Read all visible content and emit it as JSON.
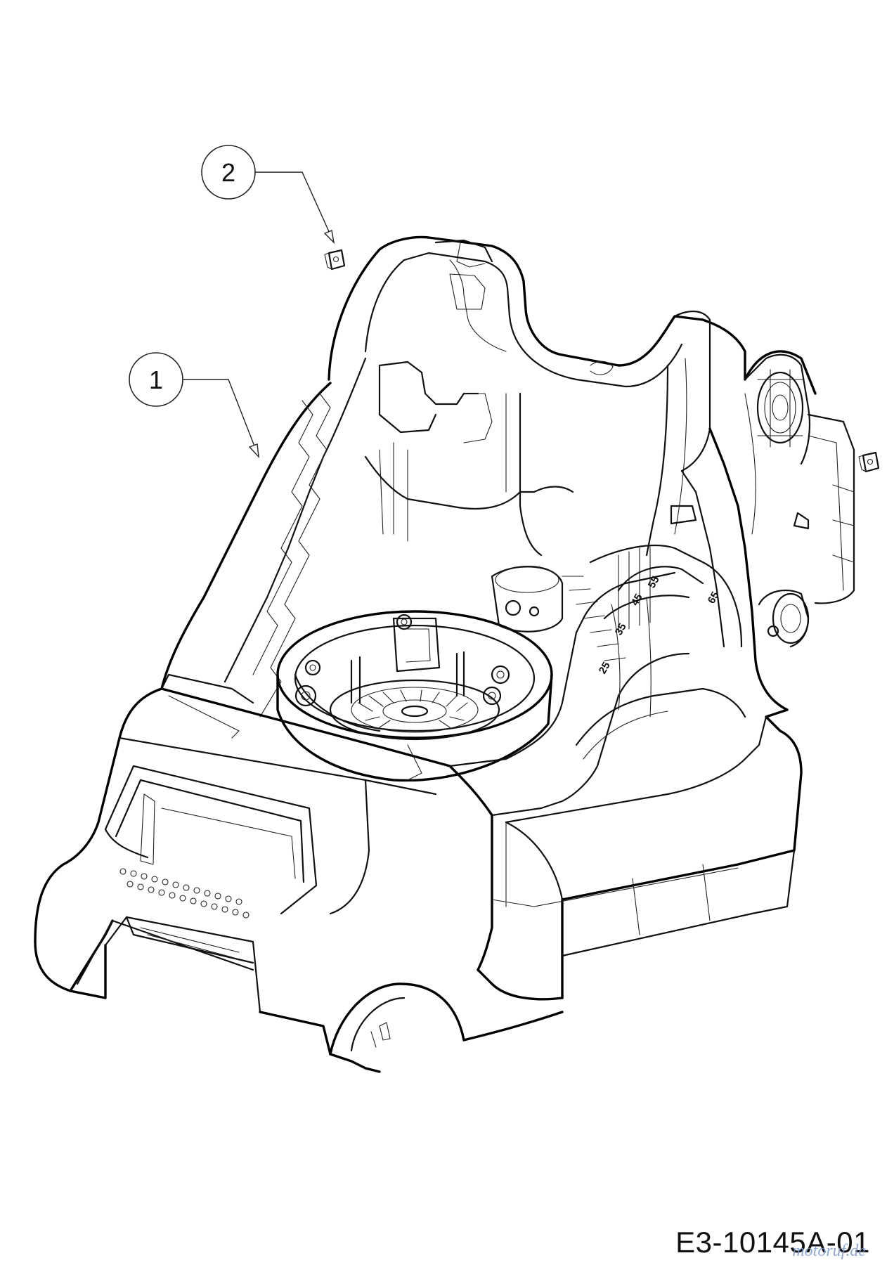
{
  "callouts": [
    {
      "label": "1",
      "part": "mower-deck-housing"
    },
    {
      "label": "2",
      "part": "square-nut"
    }
  ],
  "height_scale": [
    "25",
    "35",
    "45",
    "55",
    "65"
  ],
  "drawing_id": "E3-10145A-01",
  "watermark": "motoruf.de",
  "colors": {
    "line": "#111111",
    "background": "#ffffff",
    "watermark": "#7c9bd0"
  }
}
